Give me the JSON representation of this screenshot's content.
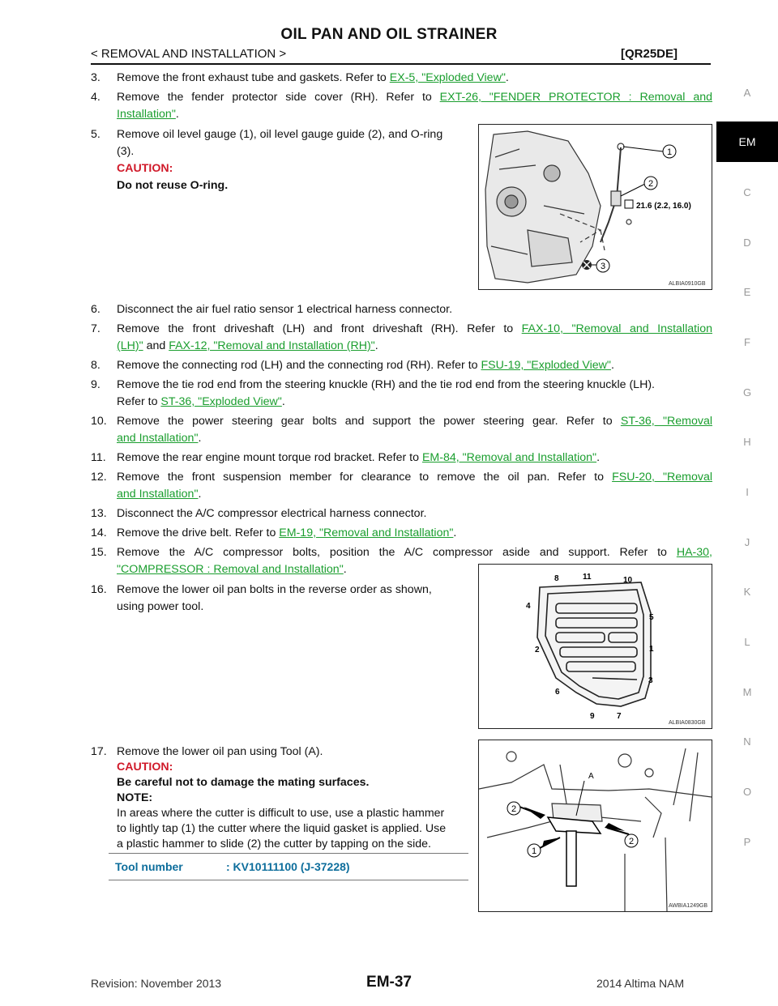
{
  "header": {
    "title": "OIL PAN AND OIL STRAINER",
    "section": "< REMOVAL AND INSTALLATION >",
    "engine": "[QR25DE]"
  },
  "sidebar": {
    "items": [
      "A",
      "EM",
      "C",
      "D",
      "E",
      "F",
      "G",
      "H",
      "I",
      "J",
      "K",
      "L",
      "M",
      "N",
      "O",
      "P"
    ],
    "active": "EM"
  },
  "steps": {
    "s3": {
      "num": "3.",
      "text": "Remove the front exhaust tube and gaskets. Refer to ",
      "link": "EX-5, \"Exploded View\"",
      "tail": "."
    },
    "s4": {
      "num": "4.",
      "text": "Remove the fender protector side cover (RH). Refer to ",
      "link1": "EXT-26, \"FENDER PROTECTOR : Removal and",
      "link2": "Installation\"",
      "tail": "."
    },
    "s5": {
      "num": "5.",
      "line1": "Remove oil level gauge (1), oil level gauge guide (2), and O-ring",
      "line2": "(3).",
      "caution": "CAUTION:",
      "caution_text": "Do not reuse O-ring."
    },
    "s6": {
      "num": "6.",
      "text": "Disconnect the air fuel ratio sensor 1 electrical harness connector."
    },
    "s7": {
      "num": "7.",
      "text": "Remove the front driveshaft (LH) and front driveshaft (RH). Refer to ",
      "link1": "FAX-10, \"Removal and Installation",
      "link2": "(LH)\"",
      "mid": " and ",
      "link3": "FAX-12, \"Removal and Installation (RH)\"",
      "tail": "."
    },
    "s8": {
      "num": "8.",
      "text": "Remove the connecting rod (LH) and the connecting rod (RH). Refer to ",
      "link": "FSU-19, \"Exploded View\"",
      "tail": "."
    },
    "s9": {
      "num": "9.",
      "line1": "Remove the tie rod end from the steering knuckle (RH) and the tie rod end from the steering knuckle (LH).",
      "pre2": "Refer to ",
      "link": "ST-36, \"Exploded View\"",
      "tail": "."
    },
    "s10": {
      "num": "10.",
      "text": "Remove the power steering gear bolts and support the power steering gear. Refer to ",
      "link1": "ST-36, \"Removal",
      "link2": "and Installation\"",
      "tail": "."
    },
    "s11": {
      "num": "11.",
      "text": "Remove the rear engine mount torque rod bracket. Refer to ",
      "link": "EM-84, \"Removal and Installation\"",
      "tail": "."
    },
    "s12": {
      "num": "12.",
      "text": "Remove the front suspension member for clearance to remove the oil pan. Refer to ",
      "link1": "FSU-20, \"Removal",
      "link2": "and Installation\"",
      "tail": "."
    },
    "s13": {
      "num": "13.",
      "text": "Disconnect the A/C compressor electrical harness connector."
    },
    "s14": {
      "num": "14.",
      "text": "Remove the drive belt. Refer to ",
      "link": "EM-19, \"Removal and Installation\"",
      "tail": "."
    },
    "s15": {
      "num": "15.",
      "text": "Remove the A/C compressor bolts, position the A/C compressor aside and support. Refer to ",
      "link1": "HA-30,",
      "link2": "\"COMPRESSOR : Removal and Installation\"",
      "tail": "."
    },
    "s16": {
      "num": "16.",
      "line1": "Remove the lower oil pan bolts in the reverse order as shown,",
      "line2": "using power tool."
    },
    "s17": {
      "num": "17.",
      "line1": "Remove the lower oil pan using Tool (A).",
      "caution": "CAUTION:",
      "caution_text": "Be careful not to damage the mating surfaces.",
      "note": "NOTE:",
      "note1": "In areas where the cutter is difficult to use, use a plastic hammer",
      "note2": "to lightly tap (1) the cutter where the liquid gasket is applied. Use",
      "note3": "a plastic hammer to slide (2) the cutter by tapping on the side."
    }
  },
  "figures": {
    "fig1": {
      "id": "ALBIA0910GB",
      "torque": "21.6 (2.2, 16.0)",
      "callouts": [
        "1",
        "2",
        "3"
      ]
    },
    "fig2": {
      "id": "ALBIA0830GB",
      "bolts": [
        "8",
        "11",
        "10",
        "4",
        "5",
        "2",
        "1",
        "3",
        "6",
        "9",
        "7"
      ]
    },
    "fig3": {
      "id": "AWBIA1249GB",
      "callouts": [
        "A",
        "2",
        "2",
        "1"
      ]
    }
  },
  "tool": {
    "label": "Tool number",
    "value": ": KV10111100 (J-37228)"
  },
  "footer": {
    "revision": "Revision: November 2013",
    "page": "EM-37",
    "model": "2014 Altima NAM"
  },
  "colors": {
    "link": "#1a9e2e",
    "caution": "#d01a2a",
    "tool": "#0e6e9c"
  }
}
